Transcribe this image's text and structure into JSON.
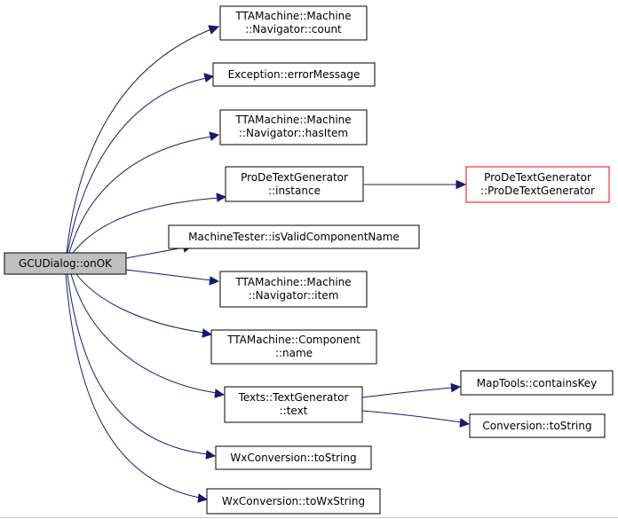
{
  "diagram": {
    "colors": {
      "edge": "#191970",
      "root_fill": "#bfbfbf",
      "highlight_border": "#ff0000"
    },
    "root": {
      "label": "GCUDialog::onOK"
    },
    "nodes": [
      {
        "id": "count",
        "lines": [
          "TTAMachine::Machine",
          "::Navigator::count"
        ]
      },
      {
        "id": "errorMessage",
        "lines": [
          "Exception::errorMessage"
        ]
      },
      {
        "id": "hasItem",
        "lines": [
          "TTAMachine::Machine",
          "::Navigator::hasItem"
        ]
      },
      {
        "id": "instance",
        "lines": [
          "ProDeTextGenerator",
          "::instance"
        ]
      },
      {
        "id": "prodeCtor",
        "lines": [
          "ProDeTextGenerator",
          "::ProDeTextGenerator"
        ]
      },
      {
        "id": "isValid",
        "lines": [
          "MachineTester::isValidComponentName"
        ]
      },
      {
        "id": "item",
        "lines": [
          "TTAMachine::Machine",
          "::Navigator::item"
        ]
      },
      {
        "id": "name",
        "lines": [
          "TTAMachine::Component",
          "::name"
        ]
      },
      {
        "id": "text",
        "lines": [
          "Texts::TextGenerator",
          "::text"
        ]
      },
      {
        "id": "containsKey",
        "lines": [
          "MapTools::containsKey"
        ]
      },
      {
        "id": "convToString",
        "lines": [
          "Conversion::toString"
        ]
      },
      {
        "id": "wxToString",
        "lines": [
          "WxConversion::toString"
        ]
      },
      {
        "id": "toWxString",
        "lines": [
          "WxConversion::toWxString"
        ]
      }
    ]
  }
}
